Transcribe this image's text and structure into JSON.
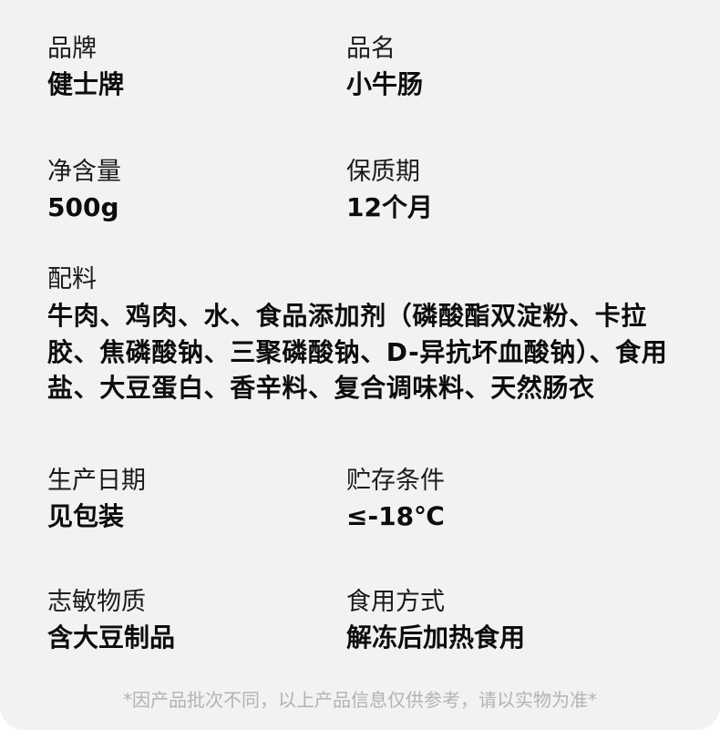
{
  "brand": {
    "label": "品牌",
    "value": "健士牌"
  },
  "product_name": {
    "label": "品名",
    "value": "小牛肠"
  },
  "net_content": {
    "label": "净含量",
    "value": "500g"
  },
  "shelf_life": {
    "label": "保质期",
    "value": "12个月"
  },
  "ingredients": {
    "label": "配料",
    "value": "牛肉、鸡肉、水、食品添加剂（磷酸酯双淀粉、卡拉胶、焦磷酸钠、三聚磷酸钠、D-异抗坏血酸钠）、食用盐、大豆蛋白、香辛料、复合调味料、天然肠衣"
  },
  "production_date": {
    "label": "生产日期",
    "value": "见包装"
  },
  "storage": {
    "label": "贮存条件",
    "value": "≤-18℃"
  },
  "allergens": {
    "label": "志敏物质",
    "value": "含大豆制品"
  },
  "usage": {
    "label": "食用方式",
    "value": "解冻后加热食用"
  },
  "footer_note": "*因产品批次不同，以上产品信息仅供参考，请以实物为准*"
}
